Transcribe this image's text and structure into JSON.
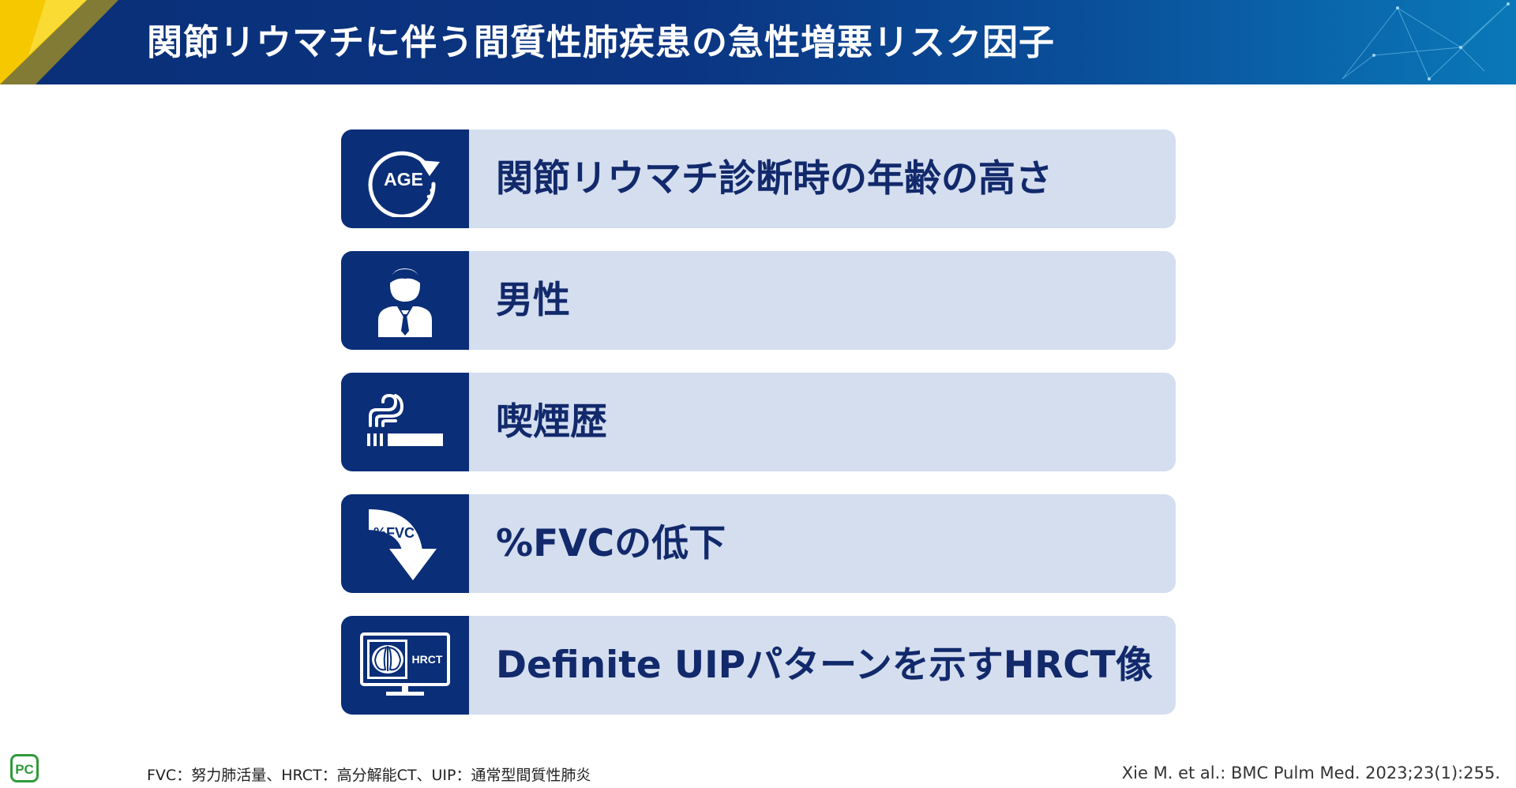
{
  "slide": {
    "title": "関節リウマチに伴う間質性肺疾患の急性増悪リスク因子"
  },
  "factors": [
    {
      "label": "関節リウマチ診断時の年齢の高さ",
      "icon": "age-clock-icon",
      "icon_text": "AGE"
    },
    {
      "label": "男性",
      "icon": "man-icon"
    },
    {
      "label": "喫煙歴",
      "icon": "cigarette-icon"
    },
    {
      "label": "%FVCの低下",
      "icon": "fvc-decrease-arrow-icon",
      "icon_text": "%FVC"
    },
    {
      "label": "Definite UIPパターンを示すHRCT像",
      "icon": "hrct-monitor-icon",
      "icon_text": "HRCT"
    }
  ],
  "footer": {
    "abbreviations": "FVC：努力肺活量、HRCT：高分解能CT、UIP：通常型間質性肺炎",
    "citation": "Xie M. et al.: BMC Pulm Med. 2023;23(1):255.",
    "logo_text": "PC"
  },
  "colors": {
    "header_blue": "#0b3582",
    "icon_box": "#0a2e78",
    "card_background": "#d4deef",
    "label_text": "#12296b",
    "accent_yellow": "#f5c800",
    "logo_green": "#2e9a3a"
  }
}
